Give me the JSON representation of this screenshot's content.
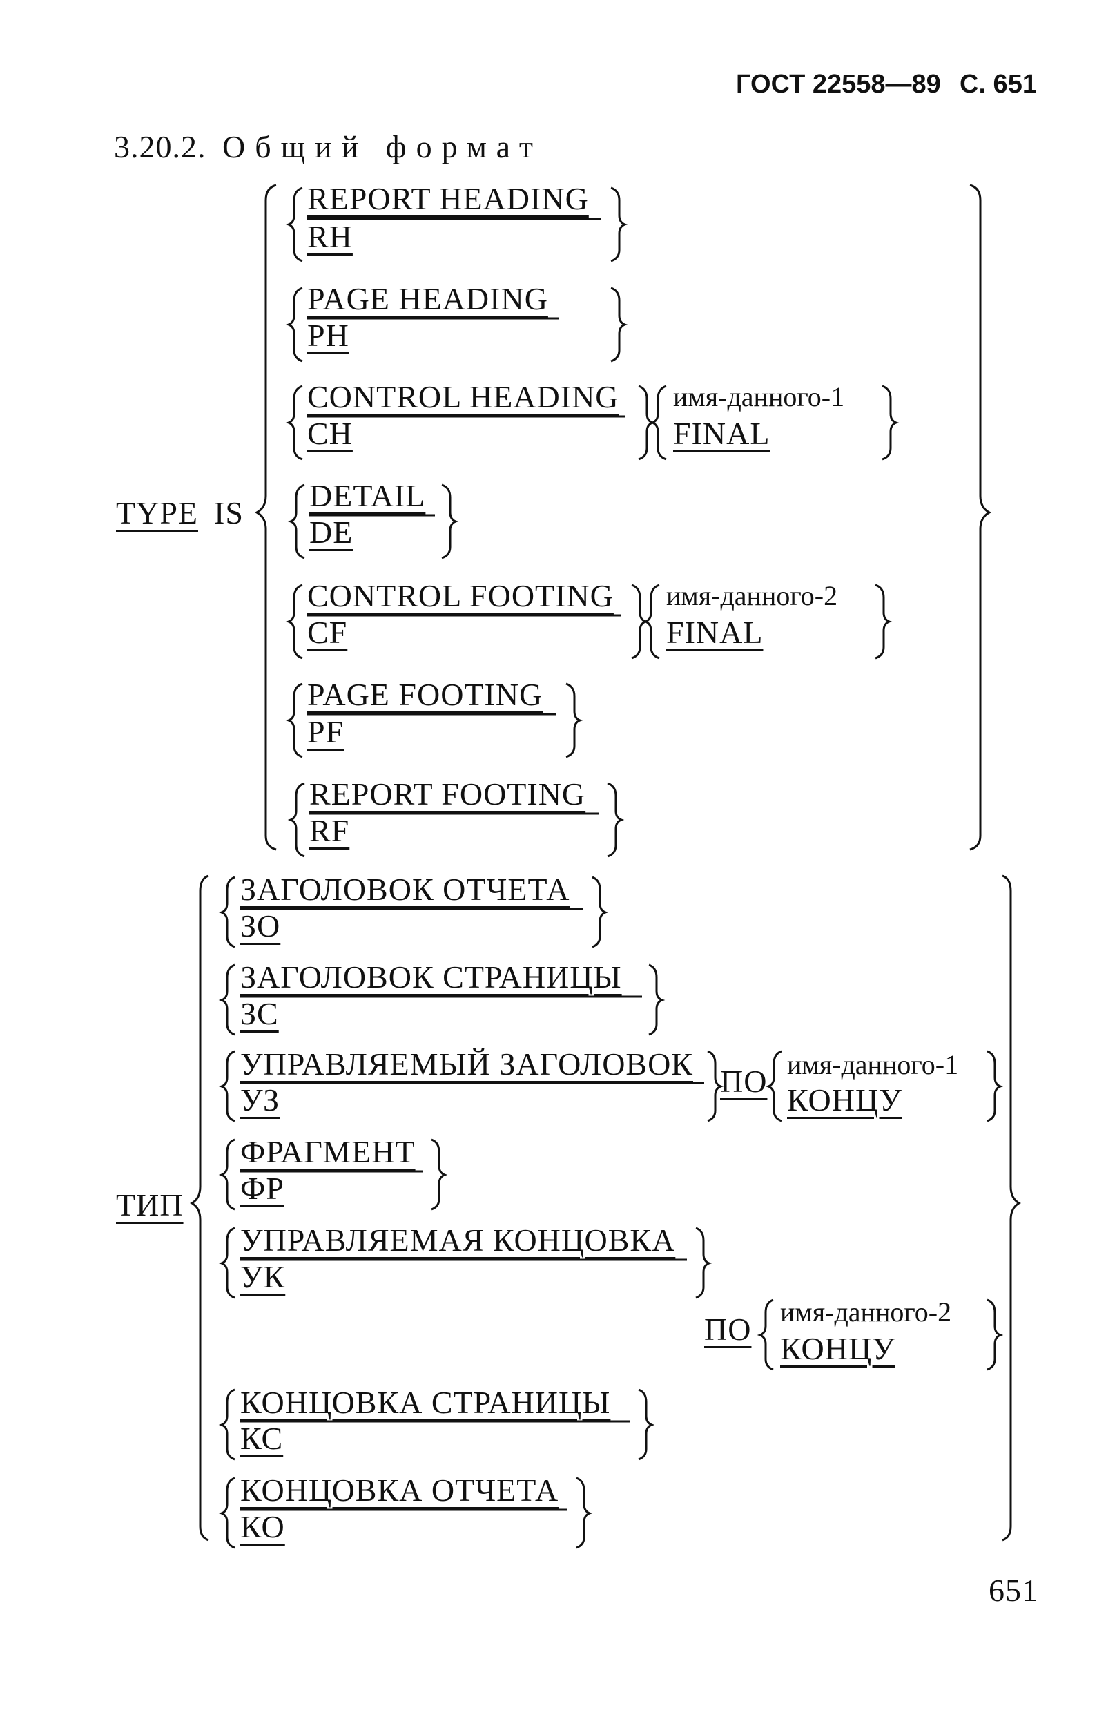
{
  "header": {
    "standard": "ГОСТ 22558—89",
    "page_ref": "С. 651"
  },
  "section": {
    "number": "3.20.2.",
    "title": "Общий формат"
  },
  "english": {
    "keyword": "TYPE",
    "is": "IS",
    "rh_long": "REPORT HEADING",
    "rh_short": "RH",
    "ph_long": "PAGE HEADING",
    "ph_short": "PH",
    "ch_long": "CONTROL HEADING",
    "ch_short": "CH",
    "ch_opt1": "имя-данного-1",
    "ch_opt2": "FINAL",
    "de_long": "DETAIL",
    "de_short": "DE",
    "cf_long": "CONTROL FOOTING",
    "cf_short": "CF",
    "cf_opt1": "имя-данного-2",
    "cf_opt2": "FINAL",
    "pf_long": "PAGE FOOTING",
    "pf_short": "PF",
    "rf_long": "REPORT FOOTING",
    "rf_short": "RF"
  },
  "russian": {
    "keyword": "ТИП",
    "zo_long": "ЗАГОЛОВОК ОТЧЕТА",
    "zo_short": "ЗО",
    "zs_long": "ЗАГОЛОВОК СТРАНИЦЫ",
    "zs_short": "ЗС",
    "uz_long": "УПРАВЛЯЕМЫЙ ЗАГОЛОВОК",
    "uz_short": "УЗ",
    "po1": "ПО",
    "uz_opt1": "имя-данного-1",
    "uz_opt2": "КОНЦУ",
    "fr_long": "ФРАГМЕНТ",
    "fr_short": "ФР",
    "uk_long": "УПРАВЛЯЕМАЯ КОНЦОВКА",
    "uk_short": "УК",
    "po2": "ПО",
    "uk_opt1": "имя-данного-2",
    "uk_opt2": "КОНЦУ",
    "ks_long": "КОНЦОВКА СТРАНИЦЫ",
    "ks_short": "КС",
    "ko_long": "КОНЦОВКА ОТЧЕТА",
    "ko_short": "КО"
  },
  "footer": {
    "page_number": "651"
  }
}
